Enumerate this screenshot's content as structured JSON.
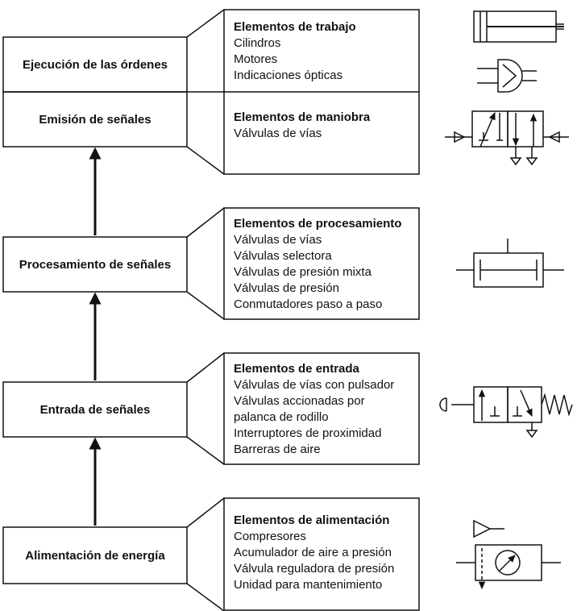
{
  "stages": [
    {
      "label": "Ejecución de las órdenes"
    },
    {
      "label": "Emisión de señales"
    },
    {
      "label": "Procesamiento de señales"
    },
    {
      "label": "Entrada de señales"
    },
    {
      "label": "Alimentación de energía"
    }
  ],
  "groups": [
    {
      "heading": "Elementos de trabajo",
      "items": [
        "Cilindros",
        "Motores",
        "Indicaciones ópticas"
      ]
    },
    {
      "heading": "Elementos de maniobra",
      "items": [
        "Válvulas de vías"
      ]
    },
    {
      "heading": "Elementos de procesamiento",
      "items": [
        "Válvulas de vías",
        "Válvulas selectora",
        "Válvulas de presión mixta",
        "Válvulas de presión",
        "Conmutadores paso a paso"
      ]
    },
    {
      "heading": "Elementos de entrada",
      "items": [
        "Válvulas de vías con pulsador",
        "Válvulas accionadas por",
        "palanca de rodillo",
        "Interruptores de proximidad",
        "Barreras de aire"
      ]
    },
    {
      "heading": "Elementos de alimentación",
      "items": [
        "Compresores",
        "Acumulador de aire a presión",
        "Válvula reguladora de presión",
        "Unidad para mantenimiento"
      ]
    }
  ],
  "symbols": [
    "cylinder-icon",
    "motor-icon",
    "directional-valve-icon",
    "shuttle-valve-icon",
    "roller-valve-icon",
    "compressor-icon",
    "maintenance-unit-icon"
  ]
}
